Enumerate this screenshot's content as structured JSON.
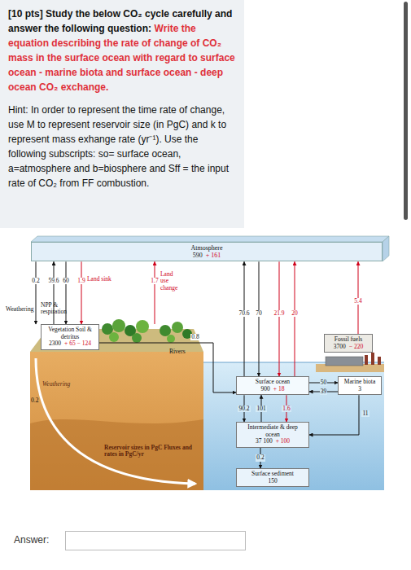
{
  "diagram": {
    "nodes": [
      {
        "text": [
          "Atmosphere",
          "590",
          "+ 161"
        ]
      },
      {
        "text": [
          "Vegetation Soil & detritus",
          "2300",
          "+ 65 − 124"
        ]
      },
      {
        "text": [
          "Fossil fuels",
          "3700",
          "− 220"
        ]
      },
      {
        "text": [
          "Surface ocean",
          "900",
          "+ 18"
        ]
      },
      {
        "text": [
          "Marine biota",
          "3"
        ]
      },
      {
        "text": [
          "Intermediate & deep ocean",
          "37 100",
          "+ 100"
        ]
      },
      {
        "text": [
          "Surface sediment",
          "150"
        ]
      },
      {
        "text": [
          "Answer:"
        ]
      }
    ],
    "edges": [
      {
        "from": 0,
        "to": 1,
        "label": "0.2",
        "arrow": "to"
      },
      {
        "from": 1,
        "to": 0,
        "label": "59.6",
        "arrow": "to"
      },
      {
        "from": 0,
        "to": 1,
        "label": "60",
        "arrow": "to"
      },
      {
        "from": 0,
        "to": 1,
        "label": "1.9",
        "arrow": "to"
      },
      {
        "from": 1,
        "to": 0,
        "label": "1.7",
        "arrow": "to"
      },
      {
        "from": 3,
        "to": 0,
        "label": "70.6",
        "arrow": "to"
      },
      {
        "from": 0,
        "to": 3,
        "label": "70",
        "arrow": "to"
      },
      {
        "from": 0,
        "to": 3,
        "label": "21.9",
        "arrow": "to"
      },
      {
        "from": 3,
        "to": 0,
        "label": "20",
        "arrow": "to"
      },
      {
        "from": 2,
        "to": 0,
        "label": "5.4",
        "arrow": "to"
      },
      {
        "from": 3,
        "to": 4,
        "label": "50",
        "arrow": "to"
      },
      {
        "from": 4,
        "to": 3,
        "label": "39",
        "arrow": "to"
      },
      {
        "from": 3,
        "to": 5,
        "label": "90.2",
        "arrow": "to"
      },
      {
        "from": 5,
        "to": 3,
        "label": "101",
        "arrow": "to"
      },
      {
        "from": 3,
        "to": 5,
        "label": "1.6",
        "arrow": "to"
      },
      {
        "from": 4,
        "to": 5,
        "label": "11",
        "arrow": "to"
      },
      {
        "from": 5,
        "to": 6,
        "label": "0.2",
        "arrow": "to"
      },
      {
        "from": 1,
        "to": 3,
        "label": "0.8",
        "arrow": "to"
      }
    ],
    "labels": [
      "[10 pts] Study the below CO₂ cycle carefully and answer the following question:",
      "Write the equation describing the rate of change of CO₂ mass in the surface ocean with regard to surface ocean - marine biota and surface ocean - deep ocean CO₂ exchange.",
      "Hint: In order to represent the time rate of change, use M to represent reservoir size (in PgC) and k to represent mass exhange rate (yr⁻¹). Use the following subscripts: so= surface ocean, a=atmosphere and b=biosphere and Sff = the input rate of CO₂ from FF combustion.",
      "Weathering",
      "NPP & respiration",
      "Land sink",
      "Land use change",
      "Rivers",
      "Weathering",
      "0.2",
      "Reservoir sizes in PgC Fluxes and rates in PgC/yr"
    ]
  }
}
